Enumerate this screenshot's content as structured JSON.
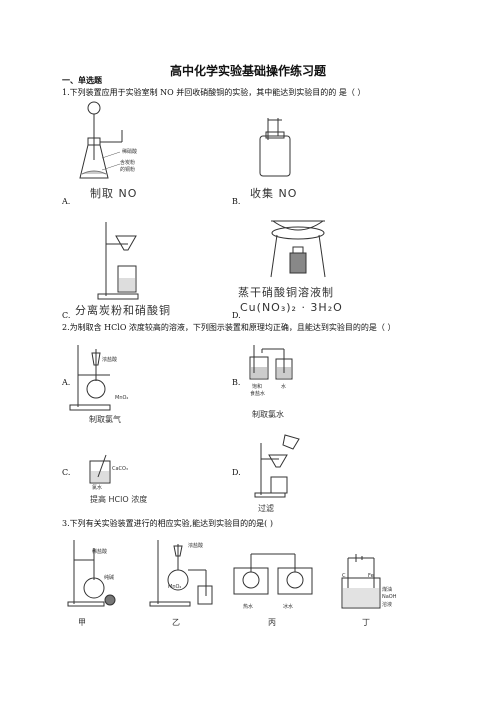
{
  "title": "高中化学实验基础操作练习题",
  "section": "一、单选题",
  "q1": {
    "text": "1.下列装置应用于实验室制 NO 并回收硝酸铜的实验，其中能达到实验目的的 是（    ）",
    "options": [
      "A.",
      "B.",
      "C.",
      "D."
    ],
    "captions": [
      "制取 NO",
      "收集 NO",
      "分离炭粉和硝酸铜",
      "蒸干硝酸铜溶液制"
    ],
    "formula": "Cu(NO₃)₂ · 3H₂O",
    "labels": {
      "a1": "稀硝酸",
      "a2": "含炭粉",
      "a3": "的铜粉"
    }
  },
  "q2": {
    "text": "2.为制取含 HClO 浓度较高的溶液，下列图示装置和原理均正确，且能达到实验目的的是（    ）",
    "options": [
      "A.",
      "B.",
      "C.",
      "D."
    ],
    "captions": [
      "制取氯气",
      "制取氯水",
      "提高 HClO 浓度",
      "过滤"
    ],
    "labels": {
      "a1": "浓盐酸",
      "a2": "MnO₂",
      "b1": "饱和",
      "b2": "食盐水",
      "b3": "水",
      "c1": "CaCO₃",
      "c2": "氯水"
    }
  },
  "q3": {
    "text": "3.下列有关实验装置进行的相应实验,能达到实验目的的是(    )",
    "captions": [
      "甲",
      "乙",
      "丙",
      "丁"
    ],
    "labels": {
      "j1": "稀盐酸",
      "j2": "纯碱",
      "y1": "浓盐酸",
      "y2": "MnO₂",
      "b1": "热水",
      "b2": "冰水",
      "d1": "C",
      "d2": "Fe",
      "d3": "煤油",
      "d4": "NaOH",
      "d5": "溶液"
    }
  }
}
